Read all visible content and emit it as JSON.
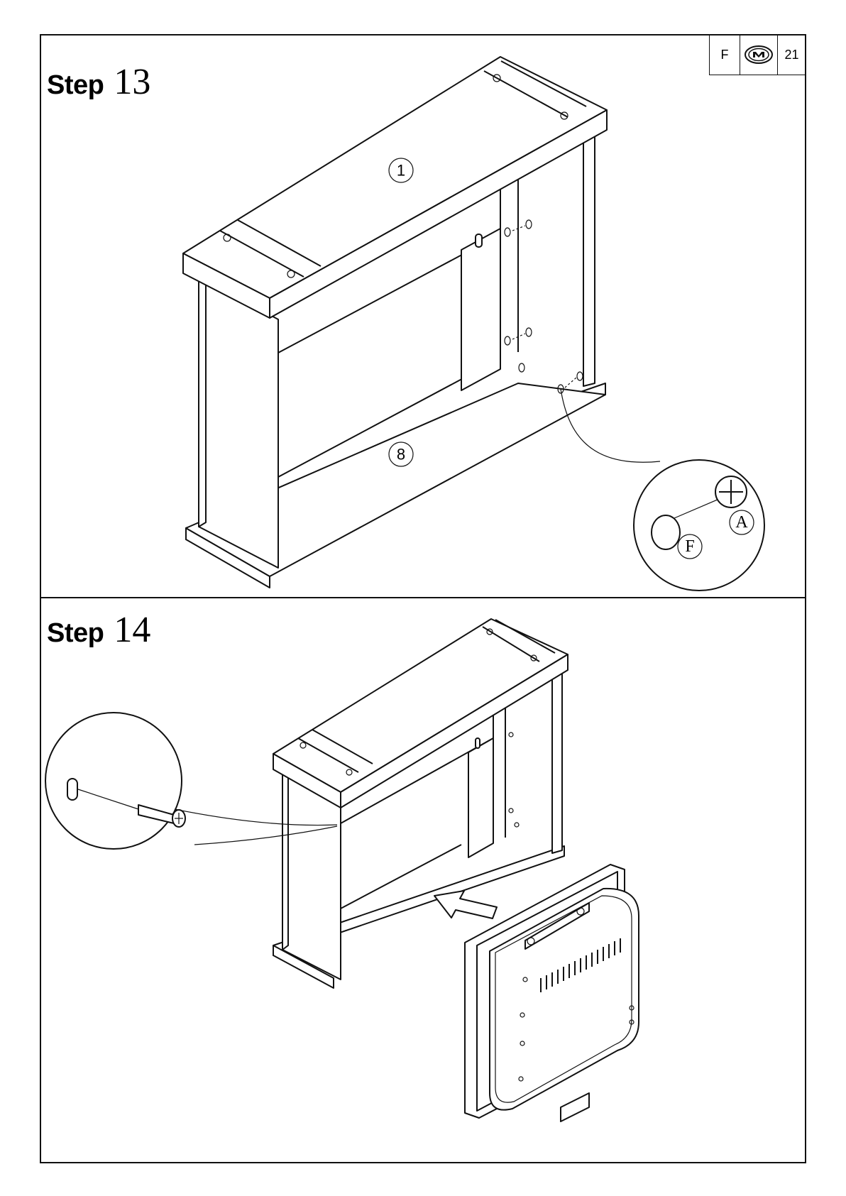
{
  "header": {
    "section_letter": "F",
    "page_number": "21",
    "icon": "assembly-manual-logo-icon"
  },
  "steps": [
    {
      "word": "Step",
      "number": "13",
      "part_labels": [
        "1",
        "8"
      ],
      "detail_labels": [
        "A",
        "F"
      ]
    },
    {
      "word": "Step",
      "number": "14"
    }
  ]
}
